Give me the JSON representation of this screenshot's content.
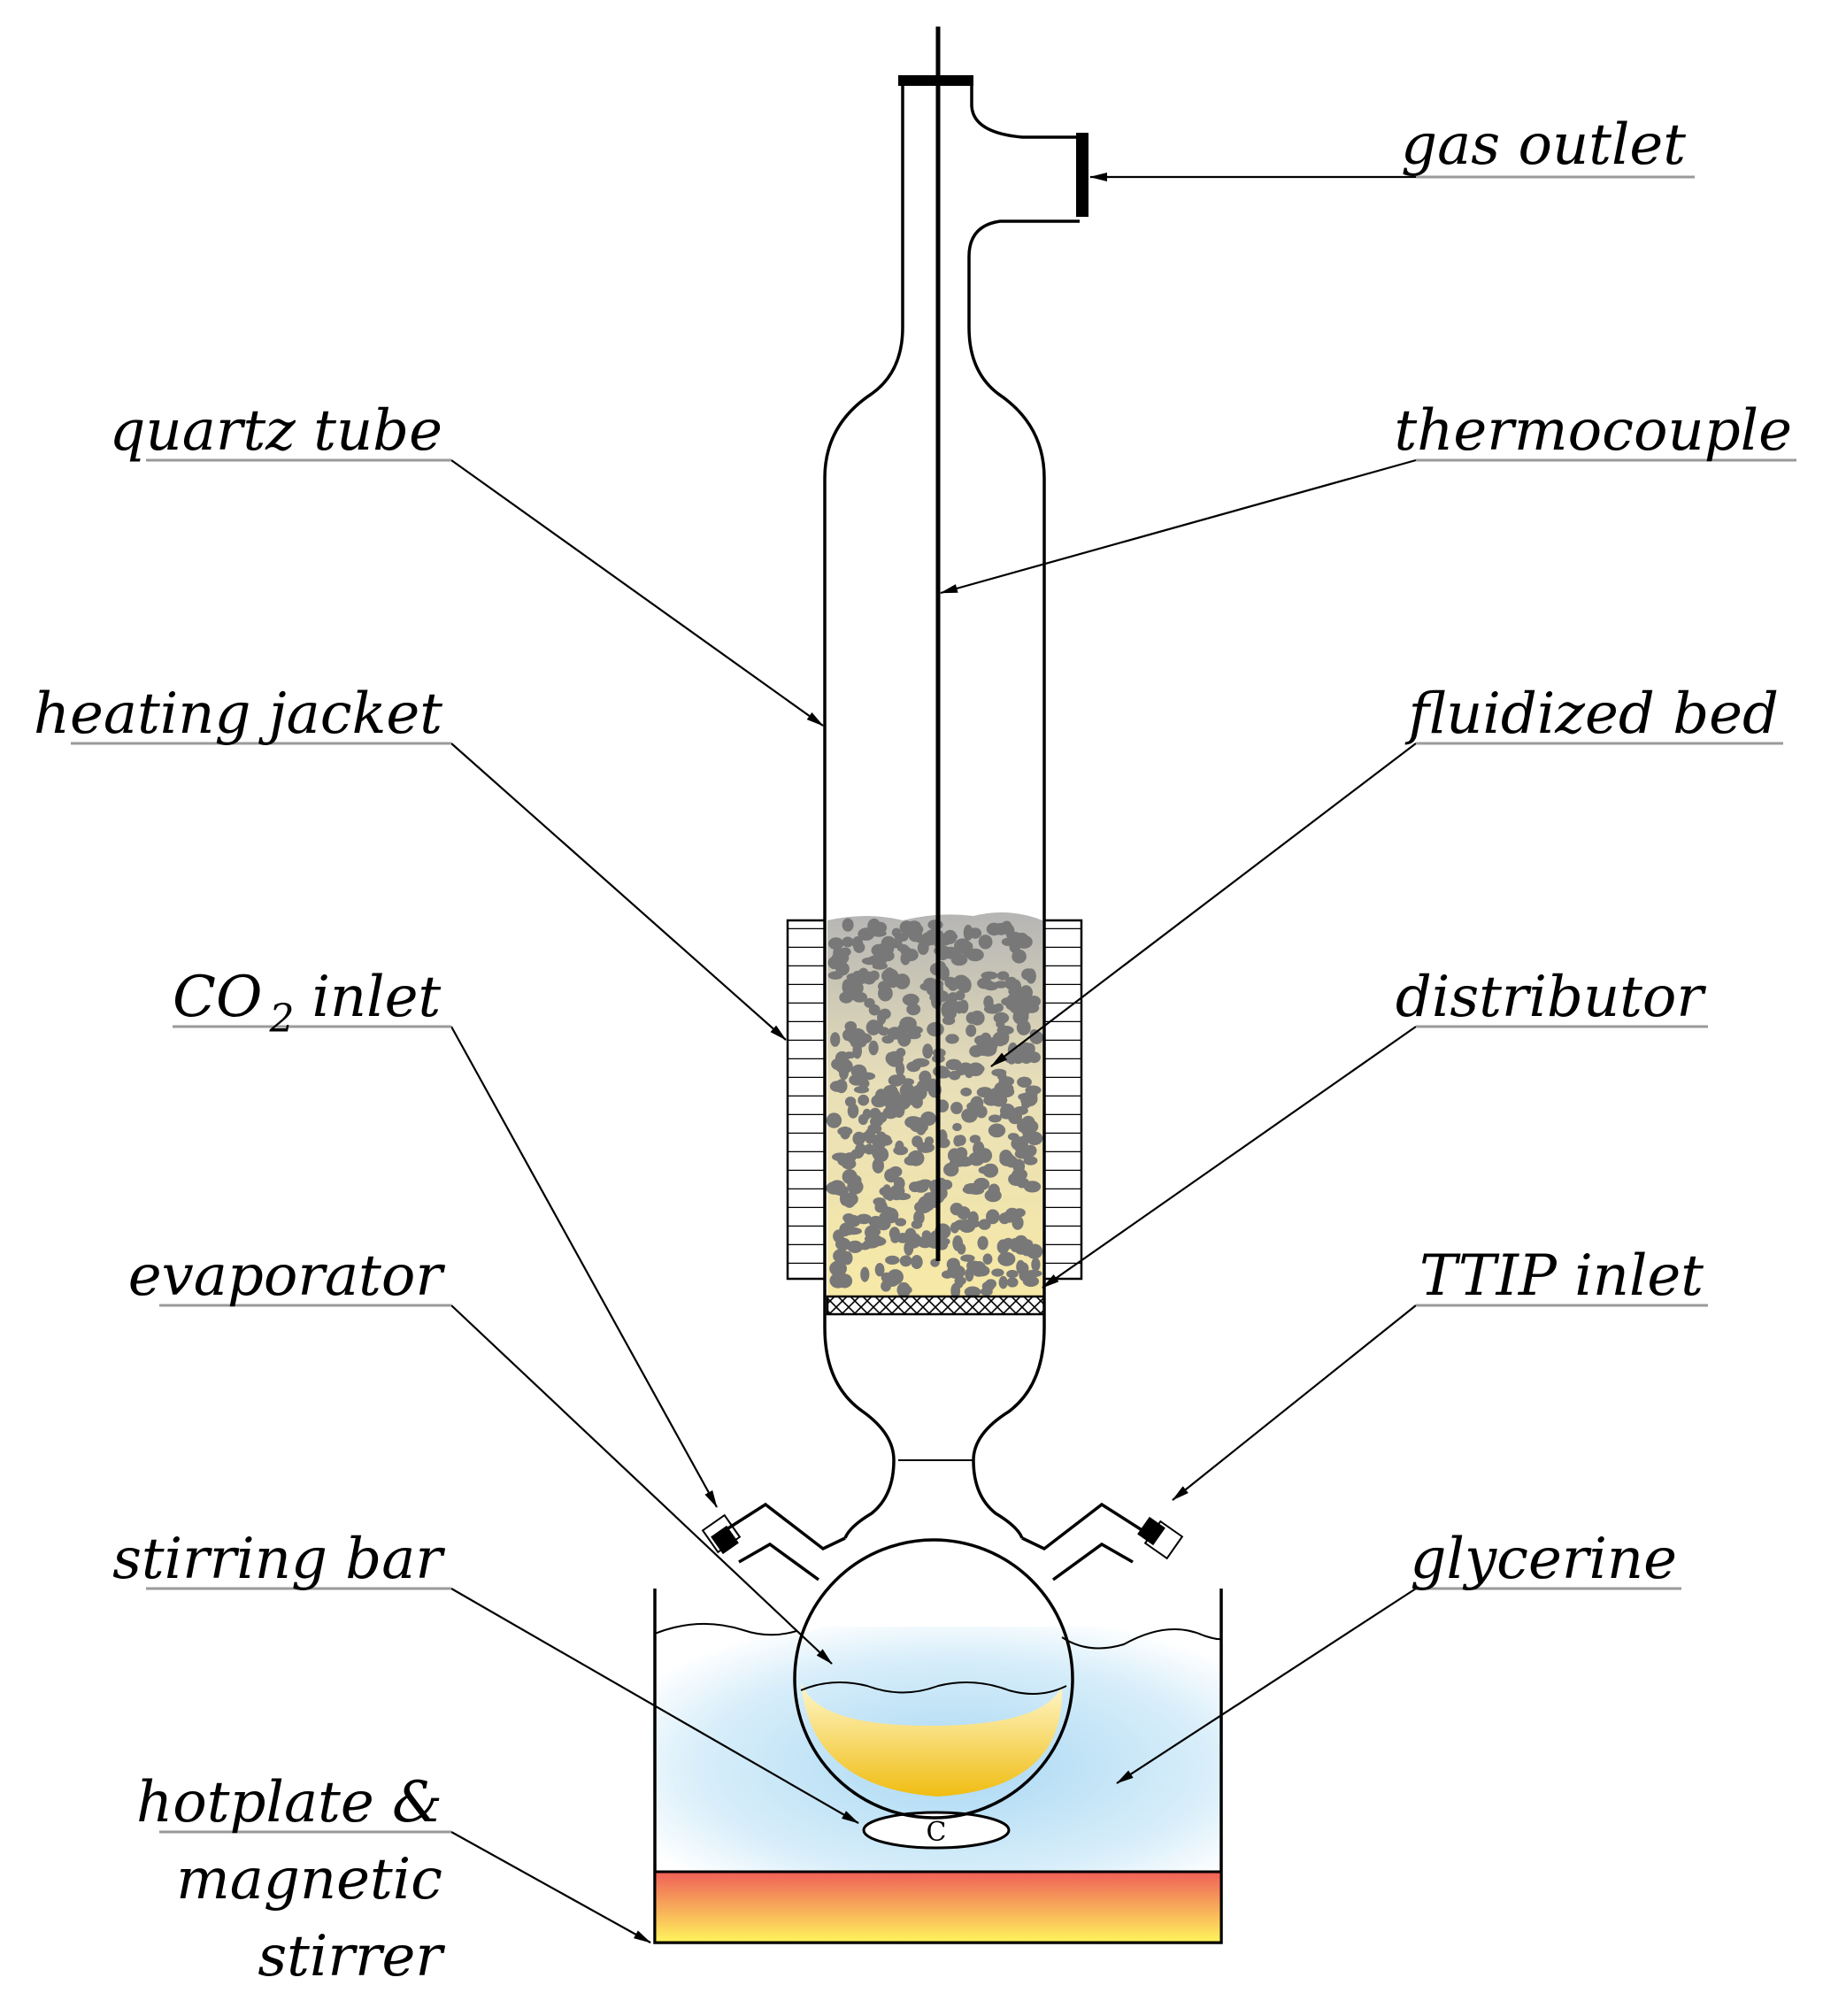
{
  "labels": {
    "gas_outlet": "gas outlet",
    "quartz_tube": "quartz tube",
    "thermocouple": "thermocouple",
    "heating_jacket": "heating jacket",
    "fluidized_bed": "fluidized bed",
    "co2_inlet_main": "CO",
    "co2_inlet_sub": "2",
    "co2_inlet_rest": "inlet",
    "distributor": "distributor",
    "evaporator": "evaporator",
    "ttip_inlet": "TTIP inlet",
    "stirring_bar": "stirring bar",
    "glycerine": "glycerine",
    "hotplate_line1": "hotplate &",
    "hotplate_line2": "magnetic",
    "hotplate_line3": "stirrer",
    "stir_mark": "C"
  },
  "colors": {
    "glycerine": "#bfe3f7",
    "bed_top": "#b8b8b8",
    "bed_bottom": "#f5e7a8",
    "particles": "#7a7a7a",
    "evaporator_liquid_top": "#fff6c4",
    "evaporator_liquid_bottom": "#f2c21c",
    "hotplate_top": "#f06a5a",
    "hotplate_bottom": "#fff35a"
  }
}
